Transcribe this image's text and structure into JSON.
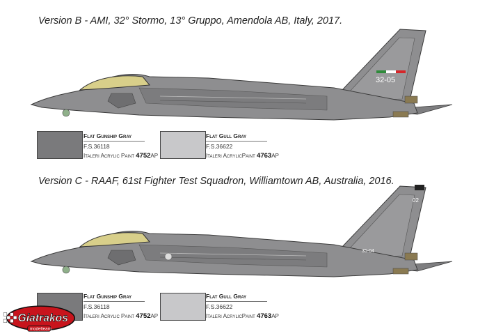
{
  "versions": [
    {
      "title": "Version B - AMI, 32° Stormo, 13° Gruppo, Amendola AB, Italy, 2017.",
      "tail_code": "32-05",
      "colors": [
        {
          "name": "Flat Gunship Gray",
          "fs": "F.S.36118",
          "paint_prefix": "Italeri Acrylic Paint",
          "paint_code": "4752",
          "paint_suffix": "AP",
          "hex": "#7a7a7c"
        },
        {
          "name": "Flat Gull Gray",
          "fs": "F.S.36622",
          "paint_prefix": "Italeri AcrylicPaint",
          "paint_code": "4763",
          "paint_suffix": "AP",
          "hex": "#c8c8ca"
        }
      ]
    },
    {
      "title": "Version C - RAAF, 61st Fighter Test Squadron, Williamtown AB, Australia, 2016.",
      "tail_code": "02",
      "fuselage_code": "35-04",
      "colors": [
        {
          "name": "Flat Gunship Gray",
          "fs": "F.S.36118",
          "paint_prefix": "Italeri Acrylic Paint",
          "paint_code": "4752",
          "paint_suffix": "AP",
          "hex": "#7a7a7c"
        },
        {
          "name": "Flat Gull Gray",
          "fs": "F.S.36622",
          "paint_prefix": "Italeri AcrylicPaint",
          "paint_code": "4763",
          "paint_suffix": "AP",
          "hex": "#c8c8ca"
        }
      ]
    }
  ],
  "watermark": {
    "brand": "Giatrakos",
    "sub": "modelteam"
  },
  "theme": {
    "aircraft": "#8e8e90",
    "aircraft_dark": "#6e6e70",
    "outline": "#3a3a3a",
    "logo_red": "#c8141c"
  }
}
